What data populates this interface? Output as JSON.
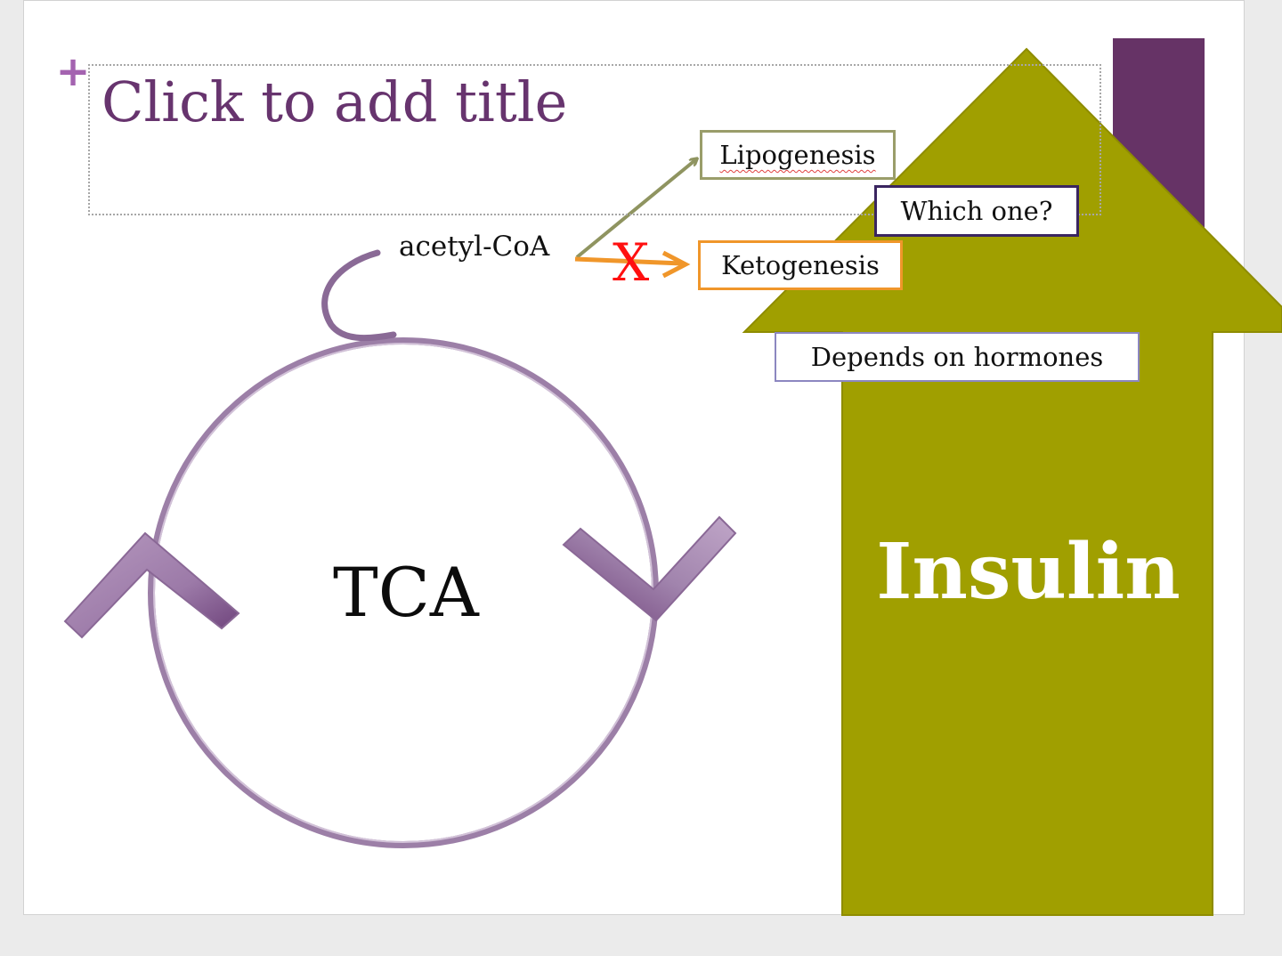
{
  "slide": {
    "title_placeholder": "Click to add title",
    "cycle_label": "TCA",
    "input_label": "acetyl-CoA",
    "blocked_mark": "X",
    "boxes": {
      "lipogenesis": "Lipogenesis",
      "which_one": "Which one?",
      "ketogenesis": "Ketogenesis",
      "depends": "Depends on hormones"
    },
    "hormone_arrow_label": "Insulin"
  },
  "icons": {
    "add_content": "plus-icon"
  },
  "colors": {
    "title": "#67346e",
    "cycle_purple": "#8a6a96",
    "insulin_arrow": "#a09f00",
    "accent_bar": "#663366",
    "ketogenesis_border": "#f0962a",
    "lipogenesis_border": "#9a9d6a",
    "blocked_mark": "#ff1010"
  }
}
